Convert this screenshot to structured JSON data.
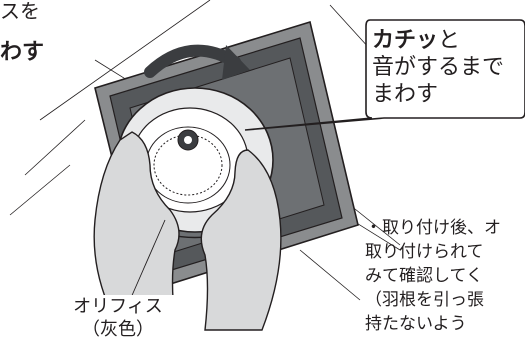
{
  "instruction": {
    "line1": "スを",
    "line2": "わす"
  },
  "callout": {
    "bold_part": "カチッ",
    "rest_line1": "と",
    "line2": "音がするまで",
    "line3": "まわす"
  },
  "note": {
    "line1": "・取り付け後、オ",
    "line2": "取り付けられて",
    "line3": "みて確認してく",
    "line4": "（羽根を引っ張",
    "line5": "持たないよう"
  },
  "orifice_label": {
    "name": "オリフィス",
    "color_note": "（灰色）"
  },
  "colors": {
    "ink": "#231f20",
    "frame_gray": "#8a8c8e",
    "panel_dark": "#55585b",
    "glove": "#d8d9da",
    "arrow": "#3b3d40"
  }
}
